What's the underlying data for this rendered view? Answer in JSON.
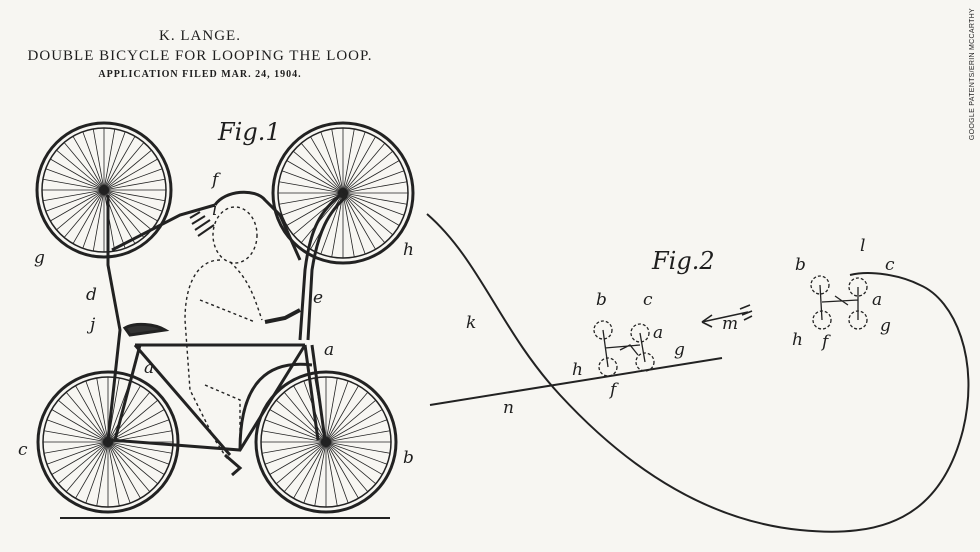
{
  "header": {
    "name": "K. LANGE.",
    "title": "DOUBLE BICYCLE FOR LOOPING THE LOOP.",
    "filed": "APPLICATION FILED MAR. 24, 1904."
  },
  "credit": "GOOGLE PATENTS/ERIN MCCARTHY",
  "fig1": {
    "label": "Fig.1",
    "letters": {
      "a_upper": "a",
      "a_lower": "a",
      "b": "b",
      "c": "c",
      "d": "d",
      "e": "e",
      "f": "f",
      "g": "g",
      "h": "h",
      "i": "i",
      "j": "j"
    }
  },
  "fig2": {
    "label": "Fig.2",
    "letters": {
      "k": "k",
      "n": "n",
      "m": "m",
      "b1": "b",
      "c1": "c",
      "a1": "a",
      "g1": "g",
      "h1": "h",
      "f1": "f",
      "b2": "b",
      "c2": "c",
      "l": "l",
      "a2": "a",
      "h2": "h",
      "f2": "f",
      "g2": "g"
    }
  }
}
